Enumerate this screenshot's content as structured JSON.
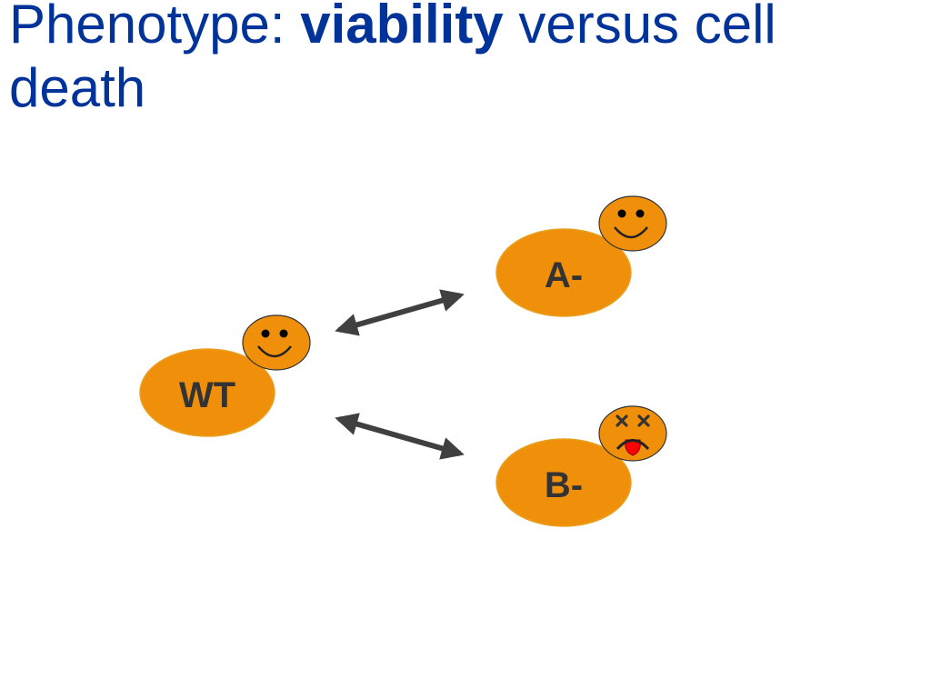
{
  "slide": {
    "title": {
      "prefix": "Phenotype: ",
      "emphasis": "viability",
      "suffix": " versus cell death"
    }
  },
  "diagram": {
    "colors": {
      "title": "#003399",
      "cell_fill": "#f0900a",
      "cell_edge": "#e8a020",
      "face_fill": "#f0900a",
      "face_outline": "#333333",
      "arrow": "#404040",
      "tongue": "#ff0000"
    },
    "cells": [
      {
        "id": "wt",
        "label": "WT",
        "phenotype": "viable",
        "face": "smiley-face-icon"
      },
      {
        "id": "a",
        "label": "A-",
        "phenotype": "viable",
        "face": "smiley-face-icon"
      },
      {
        "id": "b",
        "label": "B-",
        "phenotype": "dead",
        "face": "dead-face-icon"
      }
    ],
    "arrows": [
      {
        "from": "wt",
        "to": "a",
        "style": "double-headed"
      },
      {
        "from": "wt",
        "to": "b",
        "style": "double-headed"
      }
    ]
  }
}
